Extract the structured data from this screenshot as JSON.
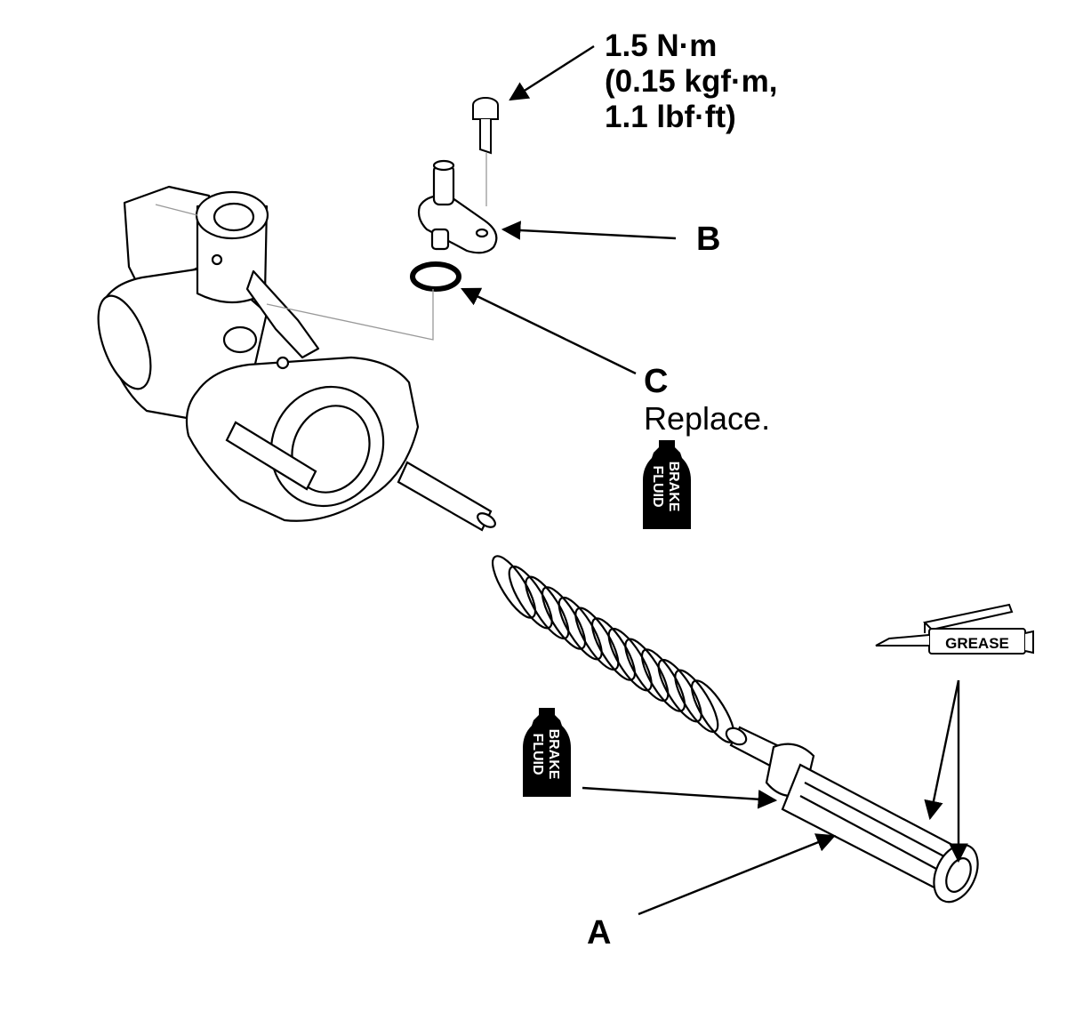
{
  "torque": {
    "line1": "1.5 N·m",
    "line2": "(0.15 kgf·m,",
    "line3": "1.1 lbf·ft)"
  },
  "labels": {
    "a": "A",
    "b": "B",
    "c": "C",
    "c_note": "Replace."
  },
  "symbols": {
    "brake_fluid_line1": "BRAKE",
    "brake_fluid_line2": "FLUID",
    "grease": "GREASE"
  },
  "colors": {
    "line": "#000000",
    "faint_line": "#999999",
    "background": "#ffffff"
  }
}
